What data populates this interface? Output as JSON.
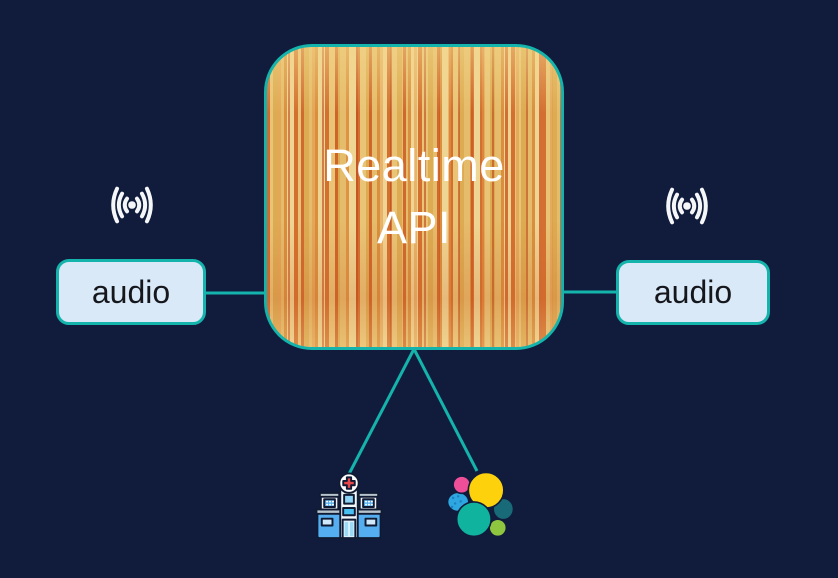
{
  "colors": {
    "background": "#111c3d",
    "accent": "#14b3ab",
    "audio_box_fill": "#d9e9f7",
    "audio_text": "#15171c",
    "title_text": "#ffffff",
    "signal_icon": "#f4f6f8",
    "elastic_yellow": "#fdd10b",
    "elastic_pink": "#ef4e98",
    "elastic_blue": "#2ea6e0",
    "elastic_teal": "#10b39e",
    "elastic_dark_teal": "#186a78",
    "elastic_green": "#8ec63f"
  },
  "center_node": {
    "title_lines": [
      "Realtime",
      "API"
    ]
  },
  "left_audio": {
    "label": "audio",
    "icon": "broadcast-icon"
  },
  "right_audio": {
    "label": "audio",
    "icon": "broadcast-icon"
  },
  "bottom_nodes": [
    {
      "icon": "hospital-icon"
    },
    {
      "icon": "elasticsearch-logo-icon"
    }
  ]
}
